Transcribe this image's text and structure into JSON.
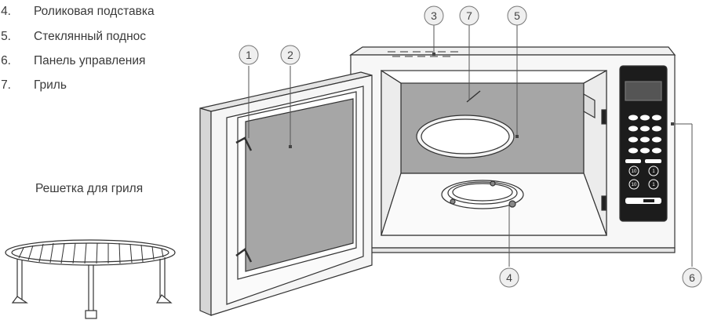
{
  "legend": [
    {
      "num": "4.",
      "label": "Роликовая подставка"
    },
    {
      "num": "5.",
      "label": "Стеклянный поднос"
    },
    {
      "num": "6.",
      "label": "Панель управления"
    },
    {
      "num": "7.",
      "label": "Гриль"
    }
  ],
  "grill_rack_label": "Решетка для гриля",
  "callouts": [
    "1",
    "2",
    "3",
    "4",
    "5",
    "6",
    "7"
  ],
  "panel_buttons": [
    "10",
    "1",
    "10",
    "1"
  ]
}
